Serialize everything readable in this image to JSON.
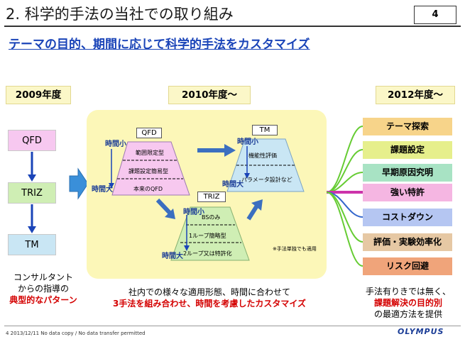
{
  "header": {
    "title": "2. 科学的手法の当社での取り組み",
    "page_number": "4",
    "subtitle": "テーマの目的、期間に応じて科学的手法をカスタマイズ"
  },
  "years": {
    "y2009": "2009年度",
    "y2010": "2010年度～",
    "y2012": "2012年度～"
  },
  "left_methods": [
    "QFD",
    "TRIZ",
    "TM"
  ],
  "left_caption": {
    "line1": "コンサルタント",
    "line2": "からの指導の",
    "line3": "典型的なパターン"
  },
  "center": {
    "qfd": {
      "tag": "QFD",
      "rows": [
        "範囲限定型",
        "課題設定簡易型",
        "本来のQFD"
      ],
      "short": "時間小",
      "long": "時間大"
    },
    "tm": {
      "tag": "TM",
      "rows": [
        "機能性評価",
        "パラメータ設計など"
      ],
      "short": "時間小",
      "long": "時間大"
    },
    "triz": {
      "tag": "TRIZ",
      "rows": [
        "BSのみ",
        "1ループ簡略型",
        "2ループ又は特許化"
      ],
      "short": "時間小",
      "long": "時間大"
    },
    "note": "※手法単独でも適用"
  },
  "center_caption": {
    "line1": "社内での様々な適用形態、時間に合わせて",
    "line2": "3手法を組み合わせ、時間を考慮したカスタマイズ"
  },
  "right_items": [
    {
      "label": "テーマ探索",
      "color": "#f7d48a"
    },
    {
      "label": "課題設定",
      "color": "#e6ef8c"
    },
    {
      "label": "早期原因究明",
      "color": "#a8e3c4"
    },
    {
      "label": "強い特許",
      "color": "#f5b6e2"
    },
    {
      "label": "コストダウン",
      "color": "#b5c6f2"
    },
    {
      "label": "評価・実験効率化",
      "color": "#e6c8a4"
    },
    {
      "label": "リスク回避",
      "color": "#f0a47a"
    }
  ],
  "right_caption": {
    "line1": "手法有りきでは無く、",
    "line2": "課題解決の目的別",
    "line3": "の最適方法を提供"
  },
  "footer": {
    "text": "4    2013/12/11  No data copy / No data transfer permitted",
    "logo": "OLYMPUS"
  }
}
